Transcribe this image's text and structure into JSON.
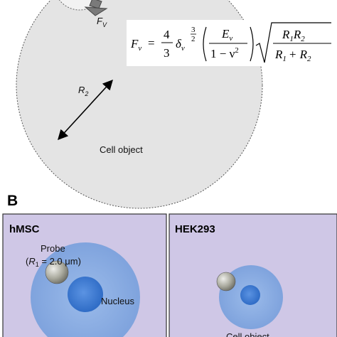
{
  "panel_a": {
    "probe_force_label": "F",
    "probe_force_sub": "V",
    "cell_label": "Cell object",
    "radius_label": "R",
    "radius_sub": "2",
    "formula": {
      "lhs": "F",
      "lhs_sub": "v",
      "equals": "=",
      "coef_num": "4",
      "coef_den": "3",
      "delta": "δ",
      "delta_sub": "v",
      "exp_num": "3",
      "exp_den": "2",
      "modulus_num": "E",
      "modulus_num_sub": "v",
      "modulus_den": "1 − ν",
      "modulus_den_exp": "2",
      "sqrt_num": "R",
      "sqrt_num_sub1": "1",
      "sqrt_num_mid": "R",
      "sqrt_num_sub2": "2",
      "sqrt_den": "R",
      "sqrt_den_sub1": "1",
      "sqrt_den_plus": "+ R",
      "sqrt_den_sub2": "2"
    }
  },
  "panel_b": {
    "letter": "B",
    "left": {
      "title": "hMSC",
      "probe_label": "Probe",
      "probe_radius_open": "(",
      "probe_radius_symbol": "R",
      "probe_radius_sub": "1",
      "probe_radius_value": " = 2.0 μm)",
      "nucleus_label": "Nucleus"
    },
    "right": {
      "title": "HEK293",
      "cell_label": "Cell object"
    }
  },
  "colors": {
    "panel_bg": "#cfc7e6",
    "cell_outer": "#8fb0e3",
    "nucleus": "#3f7fd6",
    "cell_a_fill": "#e4e4e4",
    "probe": "#9a9a8e"
  }
}
